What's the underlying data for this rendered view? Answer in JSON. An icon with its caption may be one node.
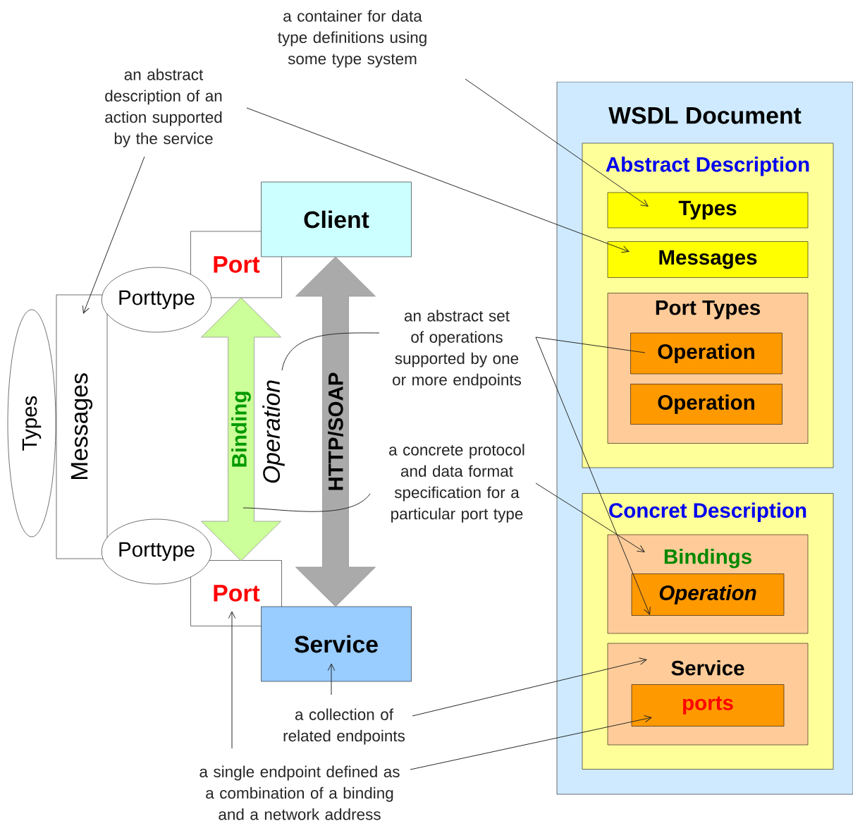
{
  "diagram": {
    "nodes": [
      {
        "text": [
          "a container for data type definitions using some type system"
        ]
      },
      {
        "text": [
          "an abstract description of an action supported by the service"
        ]
      },
      {
        "text": [
          "WSDL Document"
        ]
      },
      {
        "text": [
          "Abstract Description"
        ],
        "in": 2
      },
      {
        "text": [
          "Types"
        ],
        "in": 3
      },
      {
        "text": [
          "Messages"
        ],
        "in": 3
      },
      {
        "text": [
          "Port Types"
        ],
        "in": 3
      },
      {
        "text": [
          "Operation"
        ],
        "in": 6
      },
      {
        "text": [
          "Operation"
        ],
        "in": 6
      },
      {
        "text": [
          "Concret Description"
        ],
        "in": 2
      },
      {
        "text": [
          "Bindings"
        ],
        "in": 9
      },
      {
        "text": [
          "Operation"
        ],
        "in": 10
      },
      {
        "text": [
          "Service"
        ],
        "in": 9
      },
      {
        "text": [
          "ports"
        ],
        "in": 12
      },
      {
        "text": [
          "Client"
        ]
      },
      {
        "text": [
          "Port"
        ]
      },
      {
        "text": [
          "Porttype"
        ]
      },
      {
        "text": [
          "Messages"
        ]
      },
      {
        "text": [
          "Types"
        ]
      },
      {
        "text": [
          "Operation"
        ]
      },
      {
        "text": [
          "an abstract set of operations supported by one or more endpoints"
        ]
      },
      {
        "text": [
          "a concrete protocol and data format specification for a particular port type"
        ]
      },
      {
        "text": [
          "Porttype"
        ]
      },
      {
        "text": [
          "Port"
        ]
      },
      {
        "text": [
          "Service"
        ]
      },
      {
        "text": [
          "a collection of related endpoints"
        ]
      },
      {
        "text": [
          "a single endpoint defined as a combination of a binding and a network address"
        ]
      }
    ],
    "edges": [
      {
        "from": 0,
        "to": 4,
        "arrow": "to"
      },
      {
        "from": 1,
        "to": 5,
        "arrow": "to"
      },
      {
        "from": 1,
        "to": 17,
        "arrow": "to"
      },
      {
        "from": 20,
        "to": 19,
        "arrow": "none"
      },
      {
        "from": 20,
        "to": 7,
        "arrow": "none"
      },
      {
        "from": 20,
        "to": 11,
        "arrow": "to"
      },
      {
        "from": 21,
        "to": null,
        "arrow": "none"
      },
      {
        "from": 21,
        "to": 10,
        "arrow": "to"
      },
      {
        "from": 25,
        "to": 24,
        "arrow": "to"
      },
      {
        "from": 25,
        "to": 12,
        "arrow": "to"
      },
      {
        "from": 26,
        "to": 23,
        "arrow": "to"
      },
      {
        "from": 26,
        "to": 13,
        "arrow": "to"
      },
      {
        "from": 15,
        "to": 23,
        "arrow": "both",
        "label": "Binding",
        "style": "thick",
        "color": "#ccff99"
      },
      {
        "from": 14,
        "to": 24,
        "arrow": "both",
        "label": "HTTP/SOAP",
        "style": "thick",
        "color": "#aaaaaa"
      }
    ]
  }
}
